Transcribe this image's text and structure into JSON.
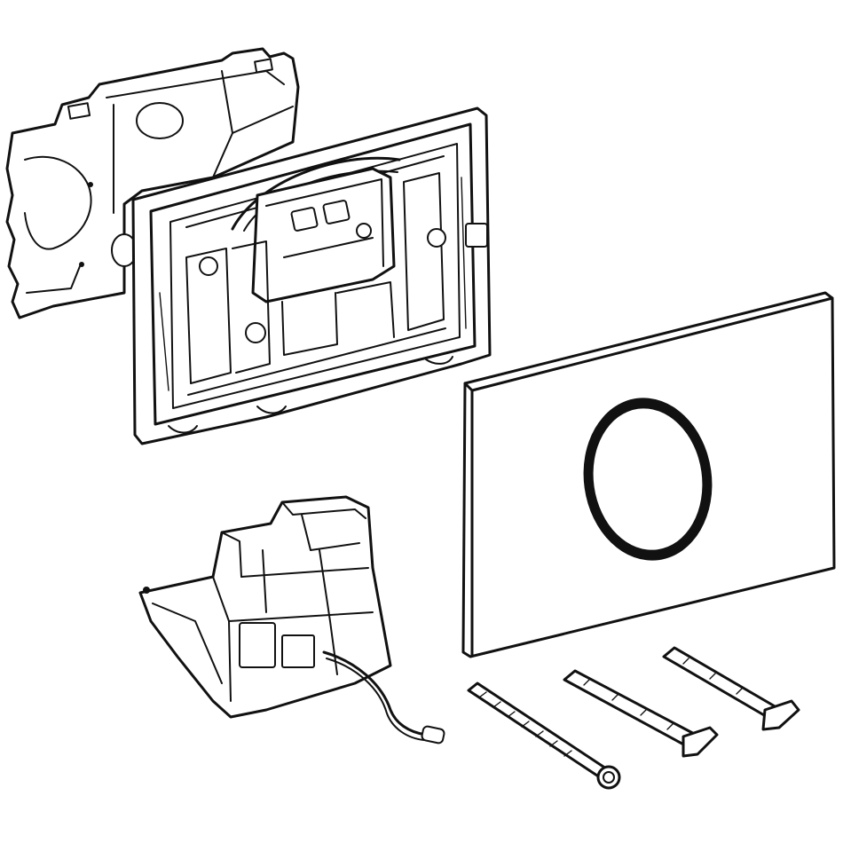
{
  "diagram": {
    "components": [
      {
        "id": "mounting-bracket"
      },
      {
        "id": "mounting-frame"
      },
      {
        "id": "cover-plate"
      },
      {
        "id": "sensor-control-unit"
      },
      {
        "id": "fixing-bolt-1"
      },
      {
        "id": "fixing-bolt-2"
      },
      {
        "id": "fixing-bolt-3"
      }
    ],
    "colors": {
      "line": "#111111",
      "background": "#ffffff"
    }
  }
}
